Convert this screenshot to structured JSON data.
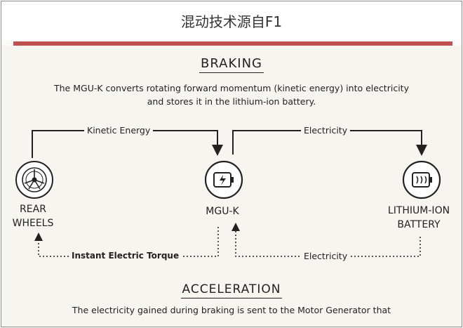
{
  "header": {
    "title": "混动技术源自F1"
  },
  "braking": {
    "heading": "BRAKING",
    "description_line1": "The MGU-K converts rotating forward momentum (kinetic energy) into electricity",
    "description_line2": "and stores it in the lithium-ion battery."
  },
  "nodes": {
    "rear_wheels_line1": "REAR",
    "rear_wheels_line2": "WHEELS",
    "mguk": "MGU-K",
    "battery_line1": "LITHIUM-ION",
    "battery_line2": "BATTERY"
  },
  "flows": {
    "kinetic_energy": "Kinetic Energy",
    "electricity_top": "Electricity",
    "instant_torque": "Instant Electric Torque",
    "electricity_bottom": "Electricity"
  },
  "acceleration": {
    "heading": "ACCELERATION",
    "description_line1": "The electricity gained during braking is sent to the Motor Generator that"
  },
  "icons": [
    "wheel-icon",
    "battery-icon",
    "heater-battery-icon"
  ],
  "colors": {
    "rule": "#c0504f",
    "ink": "#222222",
    "paper": "#f7f5ef"
  }
}
